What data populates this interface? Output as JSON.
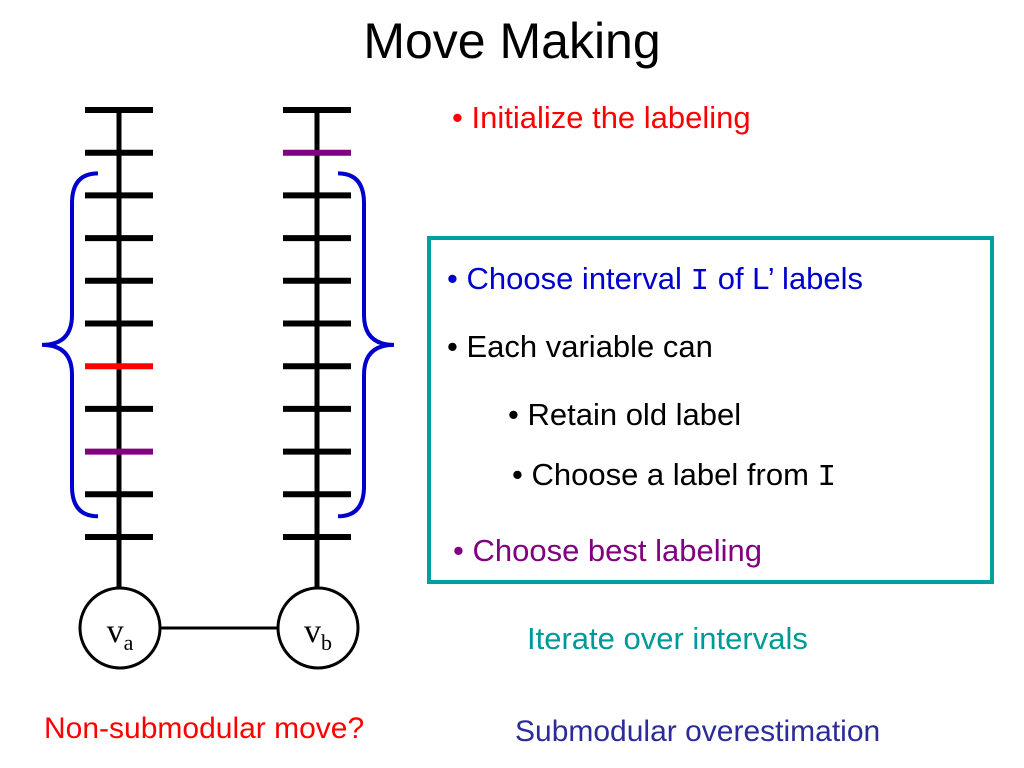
{
  "slide": {
    "title": "Move Making"
  },
  "colors": {
    "red": "#FF0000",
    "purple": "#800080",
    "blue": "#0000CC",
    "teal": "#009999",
    "black": "#000000"
  },
  "variables": [
    {
      "name": "va",
      "label_main": "v",
      "label_sub": "a",
      "label_count": 11,
      "current_label_index": 6,
      "marked_label_index": 8
    },
    {
      "name": "vb",
      "label_main": "v",
      "label_sub": "b",
      "label_count": 11,
      "marked_label_index": 1
    }
  ],
  "interval": {
    "brace_color": "blue",
    "start_index": 2,
    "end_index": 9
  },
  "bullets": {
    "init": "• Initialize the labeling",
    "choose_interval_pre": "• Choose interval ",
    "choose_interval_symbol": "I",
    "choose_interval_post": " of L’ labels",
    "each_variable": "• Each variable can",
    "retain": "• Retain old label",
    "choose_label_pre": "• Choose a label from ",
    "choose_label_symbol": "I",
    "choose_best": "• Choose best labeling"
  },
  "notes": {
    "iterate": "Iterate over intervals",
    "non_submodular": "Non-submodular move?",
    "submodular": "Submodular overestimation"
  }
}
